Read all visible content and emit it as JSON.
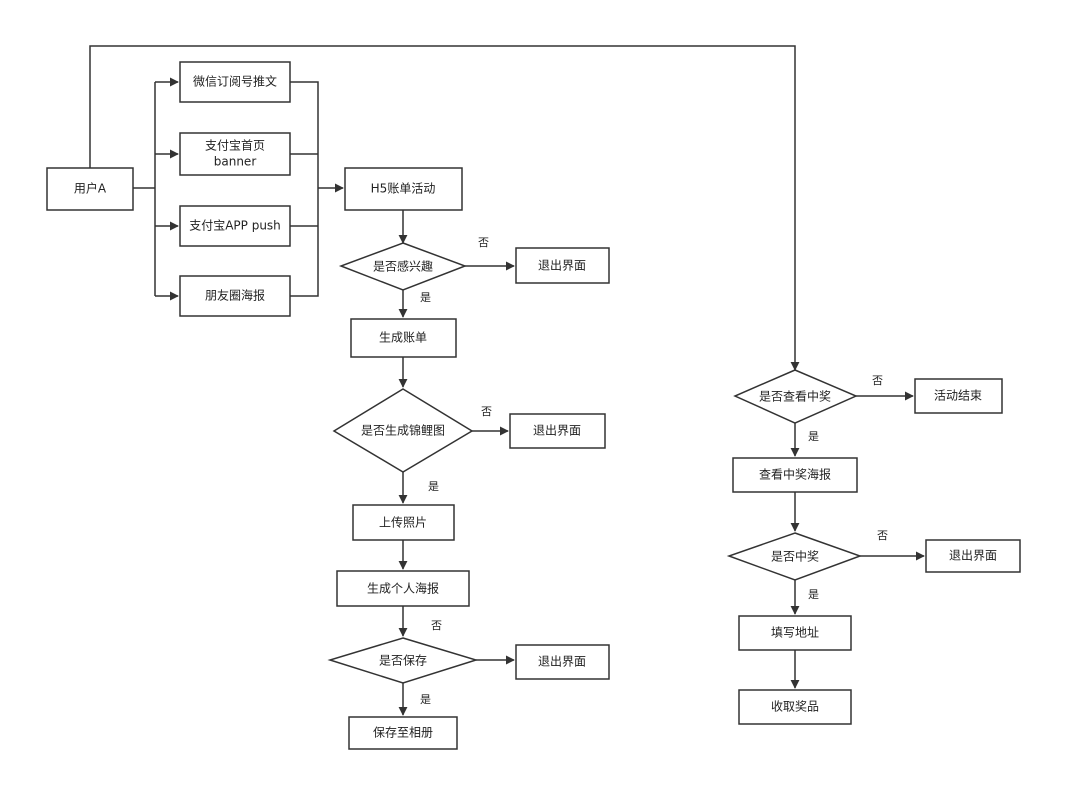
{
  "flowchart": {
    "nodes": {
      "user_a": "用户A",
      "wechat_push": "微信订阅号推文",
      "alipay_banner_line1": "支付宝首页",
      "alipay_banner_line2": "banner",
      "alipay_app_push": "支付宝APP push",
      "moments_poster": "朋友圈海报",
      "h5_activity": "H5账单活动",
      "q_interested": "是否感兴趣",
      "exit_1": "退出界面",
      "generate_bill": "生成账单",
      "q_koi_image": "是否生成锦鲤图",
      "exit_2": "退出界面",
      "upload_photo": "上传照片",
      "personal_poster": "生成个人海报",
      "q_save": "是否保存",
      "exit_3": "退出界面",
      "save_album": "保存至相册",
      "q_view_prize": "是否查看中奖",
      "activity_end": "活动结束",
      "view_prize_poster": "查看中奖海报",
      "q_won": "是否中奖",
      "exit_4": "退出界面",
      "fill_address": "填写地址",
      "receive_prize": "收取奖品"
    },
    "edge_labels": {
      "yes": "是",
      "no": "否"
    },
    "colors": {
      "stroke": "#333333",
      "fill": "#ffffff",
      "text": "#222222"
    }
  }
}
